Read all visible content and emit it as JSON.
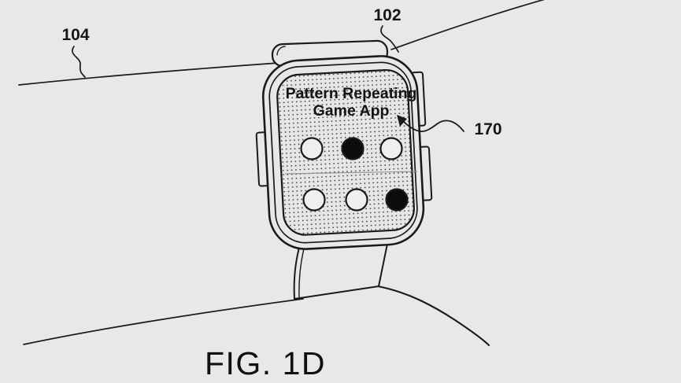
{
  "figure": {
    "caption": "FIG. 1D",
    "labels": {
      "arm": "104",
      "device": "102",
      "app": "170"
    },
    "screen": {
      "title_line1": "Pattern Repeating",
      "title_line2": "Game App",
      "pattern_rows": [
        [
          "empty",
          "filled",
          "empty"
        ],
        [
          "empty",
          "empty",
          "filled"
        ]
      ]
    },
    "colors": {
      "background": "#e9e8e6",
      "line": "#1a1a1a",
      "screen_fill": "#e7e6e4",
      "stipple_dot": "#3e3e3e",
      "game_dot_filled": "#0c0c0c",
      "game_dot_empty": "#f0efed",
      "divider": "#8f8f8f"
    }
  }
}
